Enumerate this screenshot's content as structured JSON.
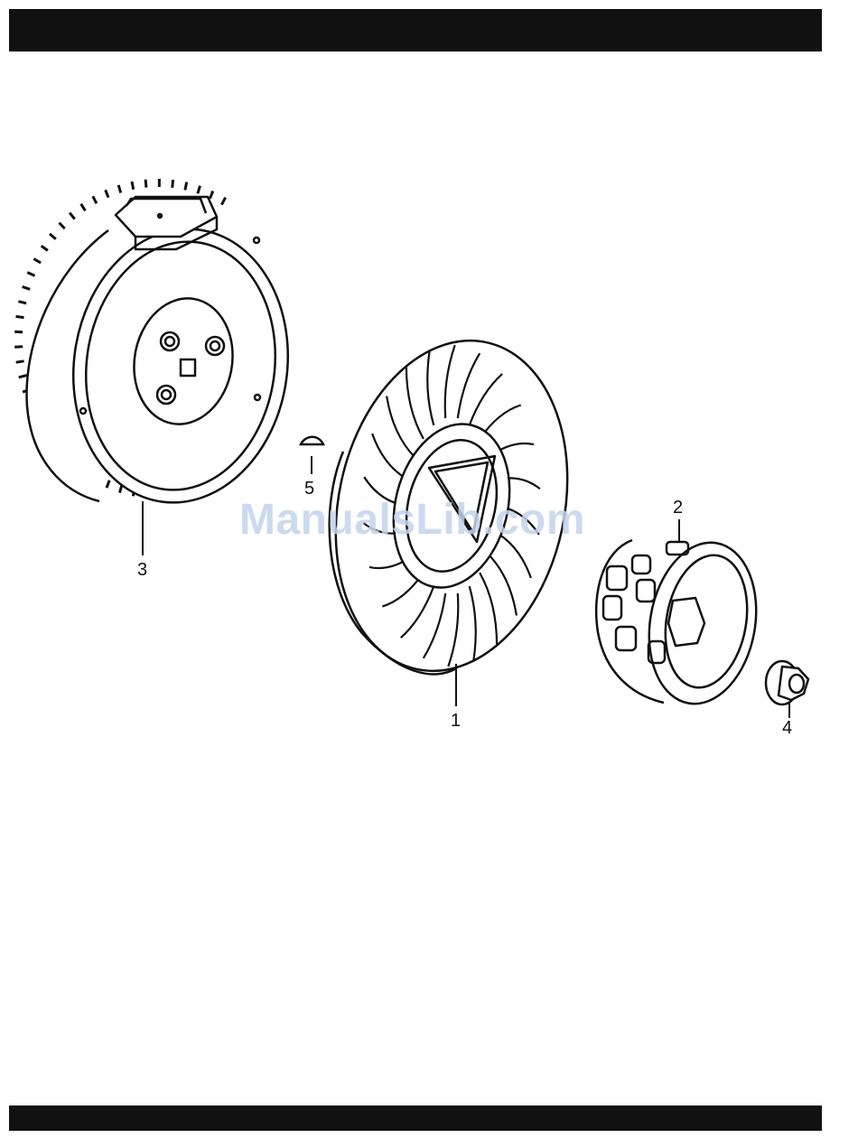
{
  "callouts": {
    "part_1": "1",
    "part_2": "2",
    "part_3": "3",
    "part_4": "4",
    "part_5": "5"
  },
  "watermark": "ManualsLib.com",
  "colors": {
    "ink": "#111111",
    "watermark": "#c3d4ec"
  }
}
